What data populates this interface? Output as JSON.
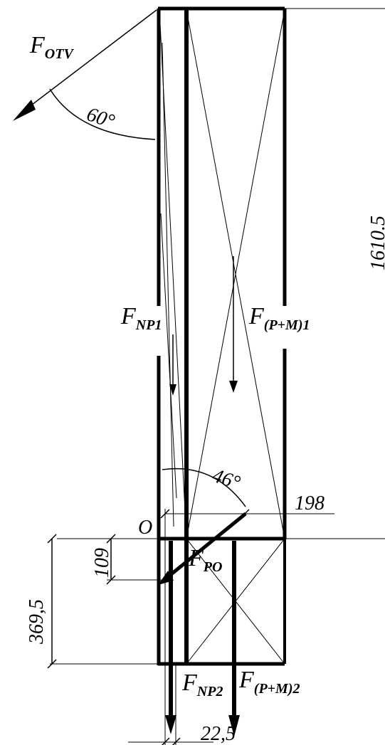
{
  "diagram": {
    "forces": {
      "f_otv": {
        "main": "F",
        "sub": "OTV"
      },
      "f_np1": {
        "main": "F",
        "sub": "NP1"
      },
      "f_pm1": {
        "main": "F",
        "sub": "(P+M)1"
      },
      "f_po": {
        "main": "F",
        "sub": "PO"
      },
      "f_np2": {
        "main": "F",
        "sub": "NP2"
      },
      "f_pm2": {
        "main": "F",
        "sub": "(P+M)2"
      }
    },
    "angles": {
      "top": "60°",
      "bottom": "46°"
    },
    "dimensions": {
      "height_upper": "1610.5",
      "width_198": "198",
      "height_lower": "369,5",
      "height_109": "109",
      "width_22_5": "22,5"
    },
    "origin_label": "O"
  }
}
